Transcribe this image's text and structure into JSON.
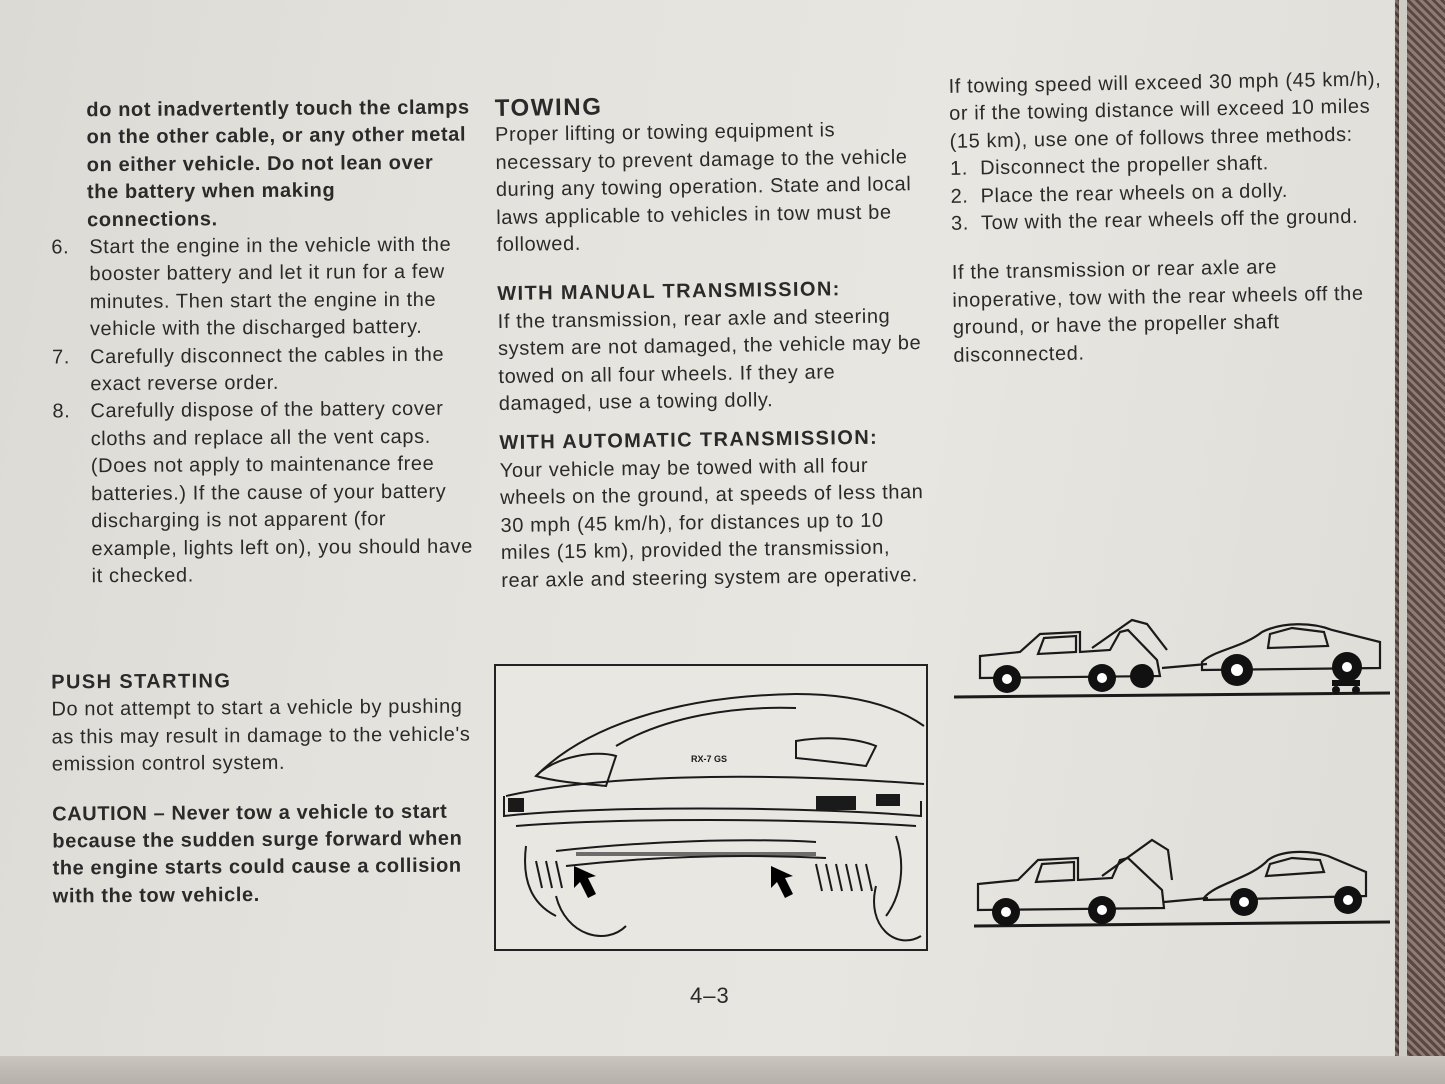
{
  "left_column": {
    "intro": "do not inadvertently touch the clamps on the other cable, or any other metal on either vehicle. Do not lean over the battery when making connections.",
    "steps": [
      {
        "num": "6.",
        "text": "Start the engine in the vehicle with the booster battery and let it run for a few minutes. Then start the engine in the vehicle with the discharged battery."
      },
      {
        "num": "7.",
        "text": "Carefully disconnect the cables in the exact reverse order."
      },
      {
        "num": "8.",
        "text": "Carefully dispose of the battery cover cloths and replace all the vent caps. (Does not apply to maintenance free batteries.) If the cause of your battery discharging is not apparent (for example, lights left on), you should have it checked."
      }
    ],
    "push_title": "PUSH STARTING",
    "push_text": "Do not attempt to start a vehicle by pushing as this may result in damage to the vehicle's emission control system.",
    "caution": "CAUTION – Never tow a vehicle to start because the sudden surge forward when the engine starts could cause a collision with the tow vehicle."
  },
  "middle_column": {
    "title": "TOWING",
    "intro": "Proper lifting or towing equipment is necessary to prevent damage to the vehicle during any towing operation. State and local laws applicable to vehicles in tow must be followed.",
    "manual_title": "WITH MANUAL TRANSMISSION:",
    "manual_text": "If the transmission, rear axle and steering system are not damaged, the vehicle may be towed on all four wheels. If they are damaged, use a towing dolly.",
    "auto_title": "WITH AUTOMATIC TRANSMISSION:",
    "auto_text": "Your vehicle may be towed with all four wheels on the ground, at speeds of less than 30 mph (45 km/h), for distances up to 10 miles (15 km), provided the transmission, rear axle and steering system are operative.",
    "figure_badge": "RX-7 GS"
  },
  "right_column": {
    "intro": "If towing speed will exceed 30 mph (45 km/h), or if the towing distance will exceed 10 miles (15 km), use one of follows three methods:",
    "methods": [
      {
        "num": "1.",
        "text": "Disconnect the propeller shaft."
      },
      {
        "num": "2.",
        "text": "Place the rear wheels on a dolly."
      },
      {
        "num": "3.",
        "text": "Tow with the rear wheels off the ground."
      }
    ],
    "outro": "If the transmission or rear axle are inoperative, tow with the rear wheels off the ground, or have the propeller shaft disconnected."
  },
  "page_number": "4–3"
}
